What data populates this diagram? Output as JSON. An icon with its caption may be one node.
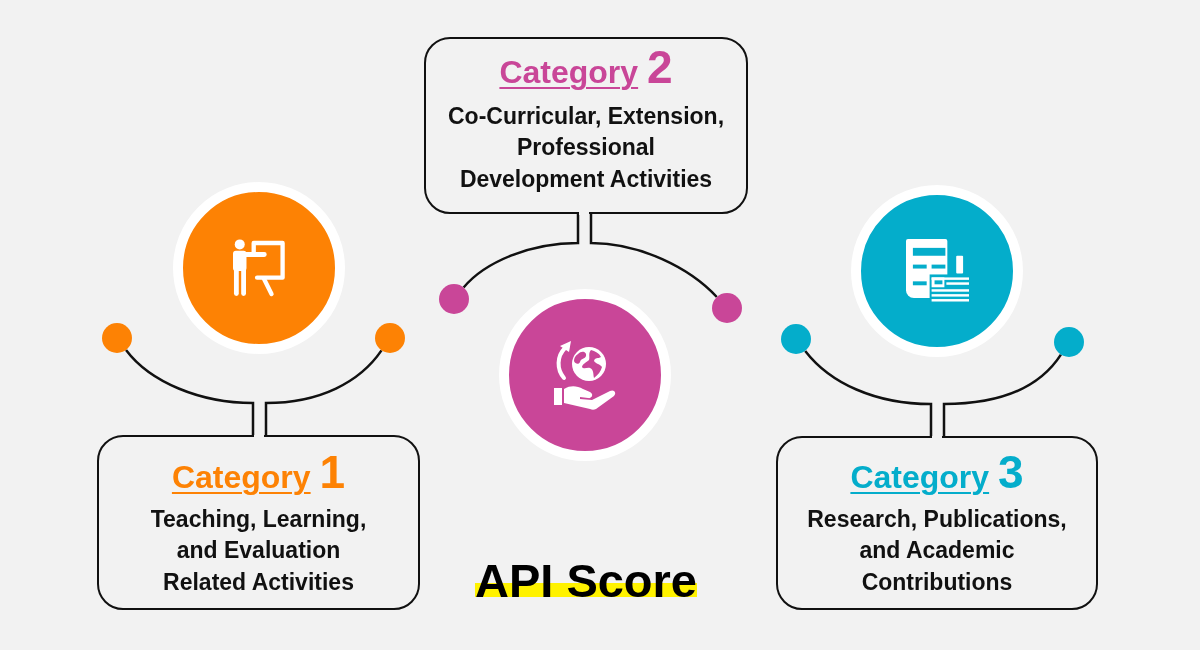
{
  "diagram": {
    "title": "API Score",
    "nodes": [
      {
        "text": [
          "Category 2",
          "Co-Curricular, Extension, Professional Development Activities"
        ]
      },
      {
        "text": [],
        "shape": "circle"
      },
      {
        "text": [],
        "shape": "circle"
      },
      {
        "text": [],
        "shape": "circle"
      },
      {
        "text": [],
        "shape": "circle"
      },
      {
        "text": [],
        "shape": "circle"
      },
      {
        "text": [],
        "shape": "circle"
      },
      {
        "text": [],
        "shape": "circle"
      },
      {
        "text": [],
        "shape": "circle"
      },
      {
        "text": [],
        "shape": "circle"
      },
      {
        "text": [
          "Category 1",
          "Teaching, Learning, and Evaluation Related Activities"
        ]
      },
      {
        "text": [
          "Category 3",
          "Research, Publications, and Academic Contributions"
        ]
      }
    ],
    "edges": [
      {
        "from": 0,
        "to": 1,
        "arrow": "none"
      },
      {
        "from": 0,
        "to": 2,
        "arrow": "none"
      },
      {
        "from": 10,
        "to": 6,
        "arrow": "none"
      },
      {
        "from": 10,
        "to": 7,
        "arrow": "none"
      },
      {
        "from": 11,
        "to": 8,
        "arrow": "none"
      },
      {
        "from": 11,
        "to": 9,
        "arrow": "none"
      }
    ]
  }
}
